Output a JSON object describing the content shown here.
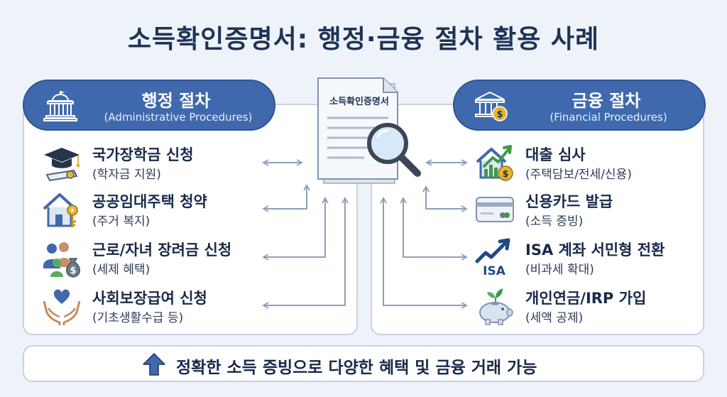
{
  "title": "소득확인증명서: 행정·금융 절차 활용 사례",
  "document_label": "소득확인증명서",
  "admin": {
    "title": "행정 절차",
    "subtitle": "(Administrative Procedures)",
    "icon": "government-building-icon",
    "items": [
      {
        "title": "국가장학금 신청",
        "sub": "(학자금 지원)",
        "icon": "graduation-cap-icon"
      },
      {
        "title": "공공임대주택 청약",
        "sub": "(주거 복지)",
        "icon": "house-key-icon"
      },
      {
        "title": "근로/자녀 장려금 신청",
        "sub": "(세제 혜택)",
        "icon": "family-money-icon"
      },
      {
        "title": "사회보장급여 신청",
        "sub": "(기초생활수급 등)",
        "icon": "hands-heart-icon"
      }
    ]
  },
  "finance": {
    "title": "금융 절차",
    "subtitle": "(Financial Procedures)",
    "icon": "bank-icon",
    "items": [
      {
        "title": "대출 심사",
        "sub": "(주택담보/전세/신용)",
        "icon": "house-growth-icon"
      },
      {
        "title": "신용카드 발급",
        "sub": "(소득 증빙)",
        "icon": "credit-card-icon"
      },
      {
        "title": "ISA 계좌 서민형 전환",
        "sub": "(비과세 확대)",
        "icon": "isa-trend-icon",
        "icon_text": "ISA"
      },
      {
        "title": "개인연금/IRP 가입",
        "sub": "(세액 공제)",
        "icon": "piggy-bank-icon"
      }
    ]
  },
  "footer": {
    "text": "정확한 소득 증빙으로 다양한 혜택 및 금융 거래 가능",
    "icon": "up-arrow-icon"
  },
  "colors": {
    "accent": "#4069ad",
    "navy": "#1f3358",
    "gold": "#e8b530",
    "green": "#3f9a4a",
    "connector": "#8c9fb8"
  }
}
